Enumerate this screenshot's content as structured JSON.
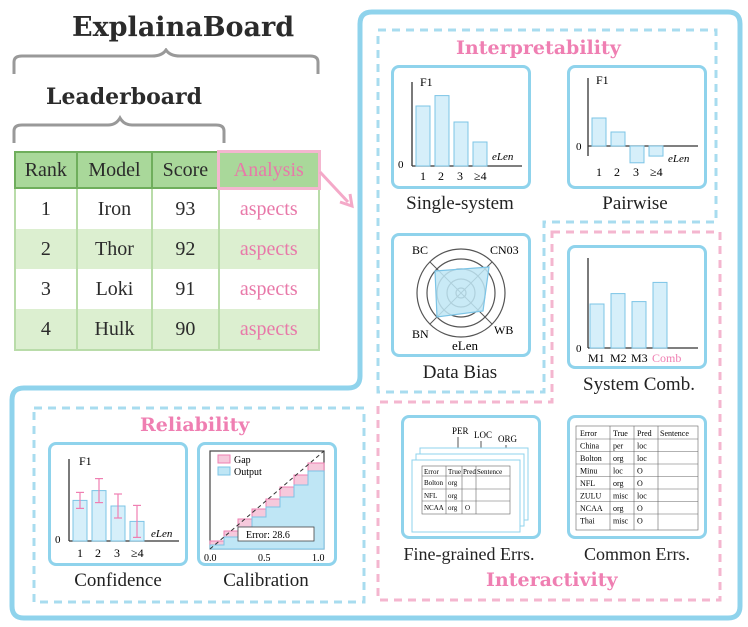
{
  "header": {
    "title": "ExplainaBoard",
    "subtitle": "Leaderboard"
  },
  "leaderboard": {
    "columns": [
      "Rank",
      "Model",
      "Score",
      "Analysis"
    ],
    "rows": [
      {
        "rank": "1",
        "model": "Iron",
        "score": "93",
        "analysis": "aspects"
      },
      {
        "rank": "2",
        "model": "Thor",
        "score": "92",
        "analysis": "aspects"
      },
      {
        "rank": "3",
        "model": "Loki",
        "score": "91",
        "analysis": "aspects"
      },
      {
        "rank": "4",
        "model": "Hulk",
        "score": "90",
        "analysis": "aspects"
      }
    ]
  },
  "sections": {
    "interpretability": "Interpretability",
    "reliability": "Reliability",
    "interactivity": "Interactivity"
  },
  "panels": {
    "single_system": "Single-system",
    "pairwise": "Pairwise",
    "data_bias": "Data Bias",
    "system_comb": "System Comb.",
    "fine_grained": "Fine-grained Errs.",
    "common_errs": "Common Errs.",
    "confidence": "Confidence",
    "calibration": "Calibration"
  },
  "axis": {
    "f1": "F1",
    "elen": "eLen",
    "zero": "0",
    "buckets": [
      "1",
      "2",
      "3",
      "≥4"
    ]
  },
  "radar": {
    "bc": "BC",
    "cn03": "CN03",
    "bn": "BN",
    "wb": "WB",
    "elen": "eLen"
  },
  "system_comb_labels": [
    "M1",
    "M2",
    "M3",
    "Comb"
  ],
  "calibration": {
    "gap": "Gap",
    "output": "Output",
    "error": "Error: 28.6",
    "ticks": [
      "0.0",
      "0.5",
      "1.0"
    ]
  },
  "fine_grained": {
    "tags": [
      "PER",
      "LOC",
      "ORG"
    ],
    "headers": [
      "Error",
      "True",
      "Pred",
      "Sentence"
    ],
    "rows": [
      [
        "Bolton",
        "org",
        "",
        ""
      ],
      [
        "NFL",
        "org",
        "",
        ""
      ],
      [
        "NCAA",
        "org",
        "O",
        ""
      ]
    ]
  },
  "common_errs": {
    "headers": [
      "Error",
      "True",
      "Pred",
      "Sentence"
    ],
    "rows": [
      [
        "China",
        "per",
        "loc",
        ""
      ],
      [
        "Bolton",
        "org",
        "loc",
        ""
      ],
      [
        "Minu",
        "loc",
        "O",
        ""
      ],
      [
        "NFL",
        "org",
        "O",
        ""
      ],
      [
        "ZULU",
        "misc",
        "loc",
        ""
      ],
      [
        "NCAA",
        "org",
        "O",
        ""
      ],
      [
        "Thai",
        "misc",
        "O",
        ""
      ]
    ]
  },
  "chart_data": [
    {
      "type": "bar",
      "name": "single-system",
      "categories": [
        "1",
        "2",
        "3",
        "≥4"
      ],
      "values": [
        0.75,
        0.88,
        0.55,
        0.3
      ],
      "ylabel": "F1",
      "xlabel": "eLen"
    },
    {
      "type": "bar",
      "name": "pairwise",
      "categories": [
        "1",
        "2",
        "3",
        "≥4"
      ],
      "values": [
        0.5,
        0.25,
        -0.3,
        -0.18
      ],
      "ylabel": "F1",
      "xlabel": "eLen"
    },
    {
      "type": "bar",
      "name": "system-comb",
      "categories": [
        "M1",
        "M2",
        "M3",
        "Comb"
      ],
      "values": [
        0.55,
        0.68,
        0.58,
        0.82
      ]
    },
    {
      "type": "bar",
      "name": "confidence",
      "categories": [
        "1",
        "2",
        "3",
        "≥4"
      ],
      "values": [
        0.58,
        0.72,
        0.5,
        0.28
      ],
      "ylabel": "F1",
      "xlabel": "eLen"
    }
  ],
  "colors": {
    "card_border": "#8fd3ec",
    "bar_fill": "#d6effa",
    "bar_stroke": "#7cc4e6",
    "pink": "#ef7fb2",
    "green_header": "#a9d89a"
  }
}
